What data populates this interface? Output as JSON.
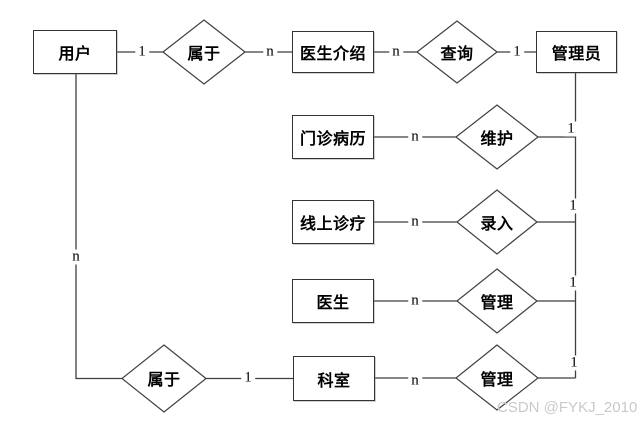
{
  "diagram": {
    "kind": "entity-relationship-diagram",
    "language": "zh-CN"
  },
  "entities": [
    {
      "id": "user",
      "label": "用户"
    },
    {
      "id": "doctor-intro",
      "label": "医生介绍"
    },
    {
      "id": "admin",
      "label": "管理员"
    },
    {
      "id": "outpatient-record",
      "label": "门诊病历"
    },
    {
      "id": "online-treatment",
      "label": "线上诊疗"
    },
    {
      "id": "doctor",
      "label": "医生"
    },
    {
      "id": "department",
      "label": "科室"
    }
  ],
  "relationships": [
    {
      "id": "belongs-to-top",
      "label": "属于",
      "between": [
        "用户",
        "医生介绍"
      ]
    },
    {
      "id": "query",
      "label": "查询",
      "between": [
        "医生介绍",
        "管理员"
      ]
    },
    {
      "id": "maintain",
      "label": "维护",
      "between": [
        "门诊病历",
        "管理员"
      ]
    },
    {
      "id": "input",
      "label": "录入",
      "between": [
        "线上诊疗",
        "管理员"
      ]
    },
    {
      "id": "manage-doctor",
      "label": "管理",
      "between": [
        "医生",
        "管理员"
      ]
    },
    {
      "id": "belongs-to-bottom",
      "label": "属于",
      "between": [
        "用户",
        "科室"
      ]
    },
    {
      "id": "manage-department",
      "label": "管理",
      "between": [
        "科室",
        "管理员"
      ]
    }
  ],
  "cardinalities": [
    {
      "id": "user-to-belongs-top",
      "label": "1"
    },
    {
      "id": "belongs-top-to-doctorintro",
      "label": "n"
    },
    {
      "id": "doctorintro-to-query",
      "label": "n"
    },
    {
      "id": "query-to-admin",
      "label": "1"
    },
    {
      "id": "outpatient-to-maintain",
      "label": "n"
    },
    {
      "id": "maintain-to-admin",
      "label": "1"
    },
    {
      "id": "online-to-input",
      "label": "n"
    },
    {
      "id": "input-to-admin",
      "label": "1"
    },
    {
      "id": "doctor-to-manage",
      "label": "n"
    },
    {
      "id": "manage-to-admin",
      "label": "1"
    },
    {
      "id": "user-to-belongs-bottom",
      "label": "n"
    },
    {
      "id": "belongs-bottom-to-dept",
      "label": "1"
    },
    {
      "id": "dept-to-manage",
      "label": "n"
    },
    {
      "id": "managedept-to-admin",
      "label": "1"
    }
  ],
  "watermark": {
    "text": "CSDN @FYKJ_2010"
  },
  "colors": {
    "background": "#ffffff",
    "line": "#3f3f3f",
    "text": "#000000",
    "watermark": "#c9c9c9"
  }
}
